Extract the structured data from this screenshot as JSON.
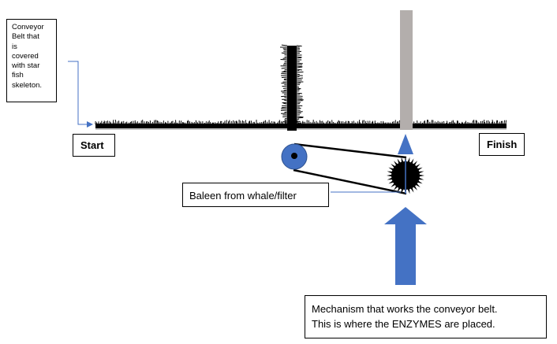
{
  "labels": {
    "conveyor_note": [
      "Conveyor",
      "Belt that",
      "is",
      "covered",
      "with star",
      "fish",
      "skeleton."
    ],
    "start": "Start",
    "finish": "Finish",
    "baleen": "Baleen from whale/filter",
    "mechanism": [
      "Mechanism that works the conveyor belt.",
      "This is where the ENZYMES are placed."
    ]
  },
  "colors": {
    "arrow_blue": "#4472c4",
    "pole_gray": "#b3aeac",
    "filter_black": "#000000",
    "line_blue": "#4472c4"
  }
}
